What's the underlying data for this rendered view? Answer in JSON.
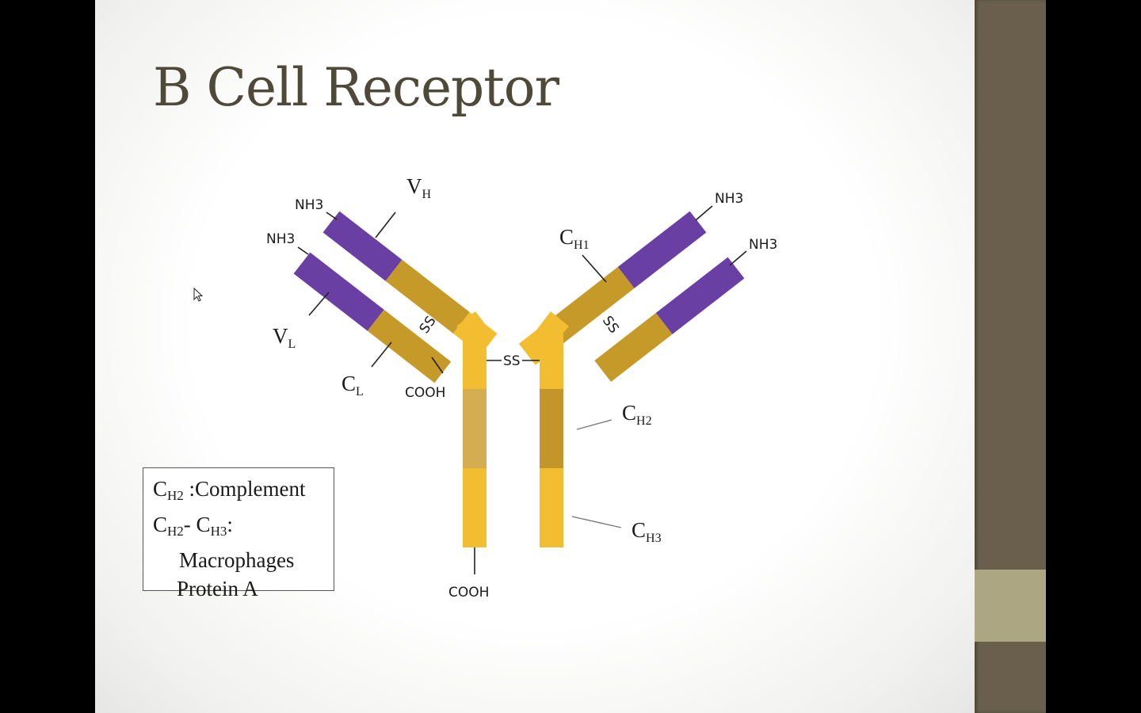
{
  "slide": {
    "title": "B Cell Receptor"
  },
  "diagram": {
    "colors": {
      "variable": "#6a3fa3",
      "constant_dark": "#c69a28",
      "hinge": "#f2bd30",
      "ch2_left": "#d4ad52",
      "ch2_right": "#c4952a",
      "ch3": "#f2bd30"
    },
    "labels": {
      "nh3": "NH3",
      "cooh": "COOH",
      "ss": "SS",
      "ss_hinge": "SS",
      "vh_main": "V",
      "vh_sub": "H",
      "vl_main": "V",
      "vl_sub": "L",
      "cl_main": "C",
      "cl_sub": "L",
      "ch1_main": "C",
      "ch1_sub": "H1",
      "ch2_main": "C",
      "ch2_sub": "H2",
      "ch3_main": "C",
      "ch3_sub": "H3"
    }
  },
  "legend": {
    "line1_main": "C",
    "line1_sub": "H2",
    "line1_rest": " :Complement",
    "line2_main_a": "C",
    "line2_sub_a": "H2",
    "line2_dash": "- ",
    "line2_main_b": "C",
    "line2_sub_b": "H3",
    "line2_rest": ":",
    "line3": "Macrophages",
    "line4": "Protein A"
  },
  "theme": {
    "sidebar_color": "#695f4c",
    "sidebar_accent": "#aca682"
  }
}
